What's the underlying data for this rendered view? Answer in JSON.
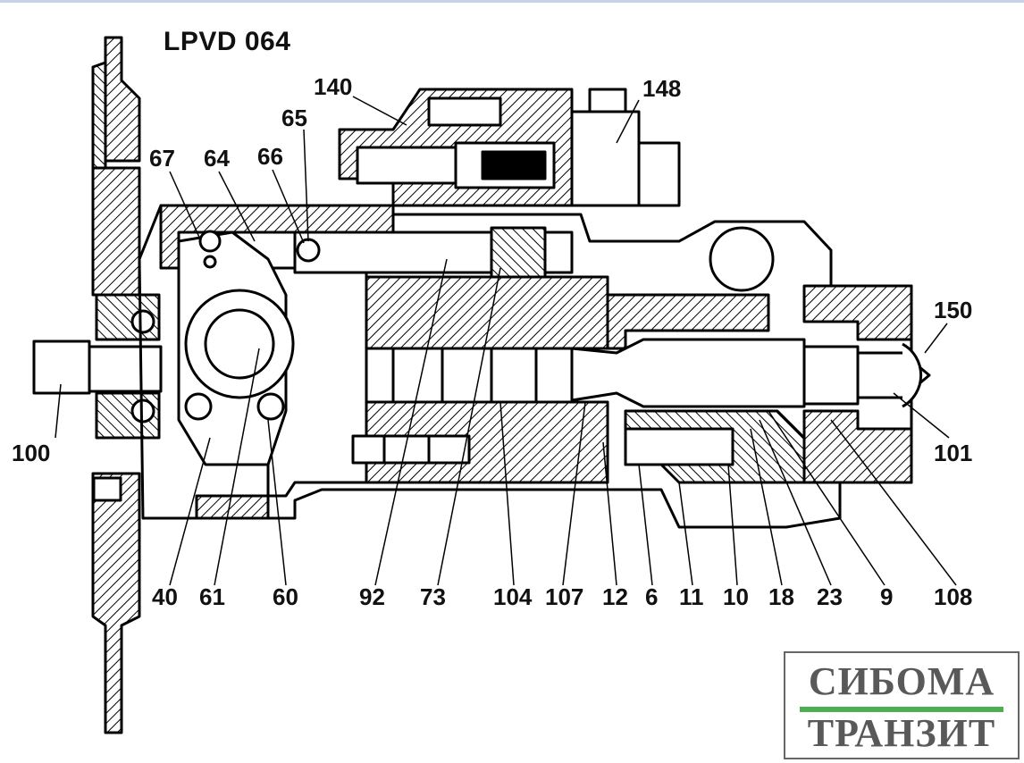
{
  "title": "LPVD 064",
  "callouts": {
    "c140": "140",
    "c148": "148",
    "c65": "65",
    "c67": "67",
    "c64": "64",
    "c66": "66",
    "c150": "150",
    "c100": "100",
    "c101": "101",
    "c40": "40",
    "c61": "61",
    "c60": "60",
    "c92": "92",
    "c73": "73",
    "c104": "104",
    "c107": "107",
    "c12": "12",
    "c6": "6",
    "c11": "11",
    "c10": "10",
    "c18": "18",
    "c23": "23",
    "c9": "9",
    "c108": "108"
  },
  "logo": {
    "line1": "СИБОМА",
    "line2": "ТРАНЗИТ",
    "bar_color": "#4caf50",
    "text_color": "#595959"
  }
}
